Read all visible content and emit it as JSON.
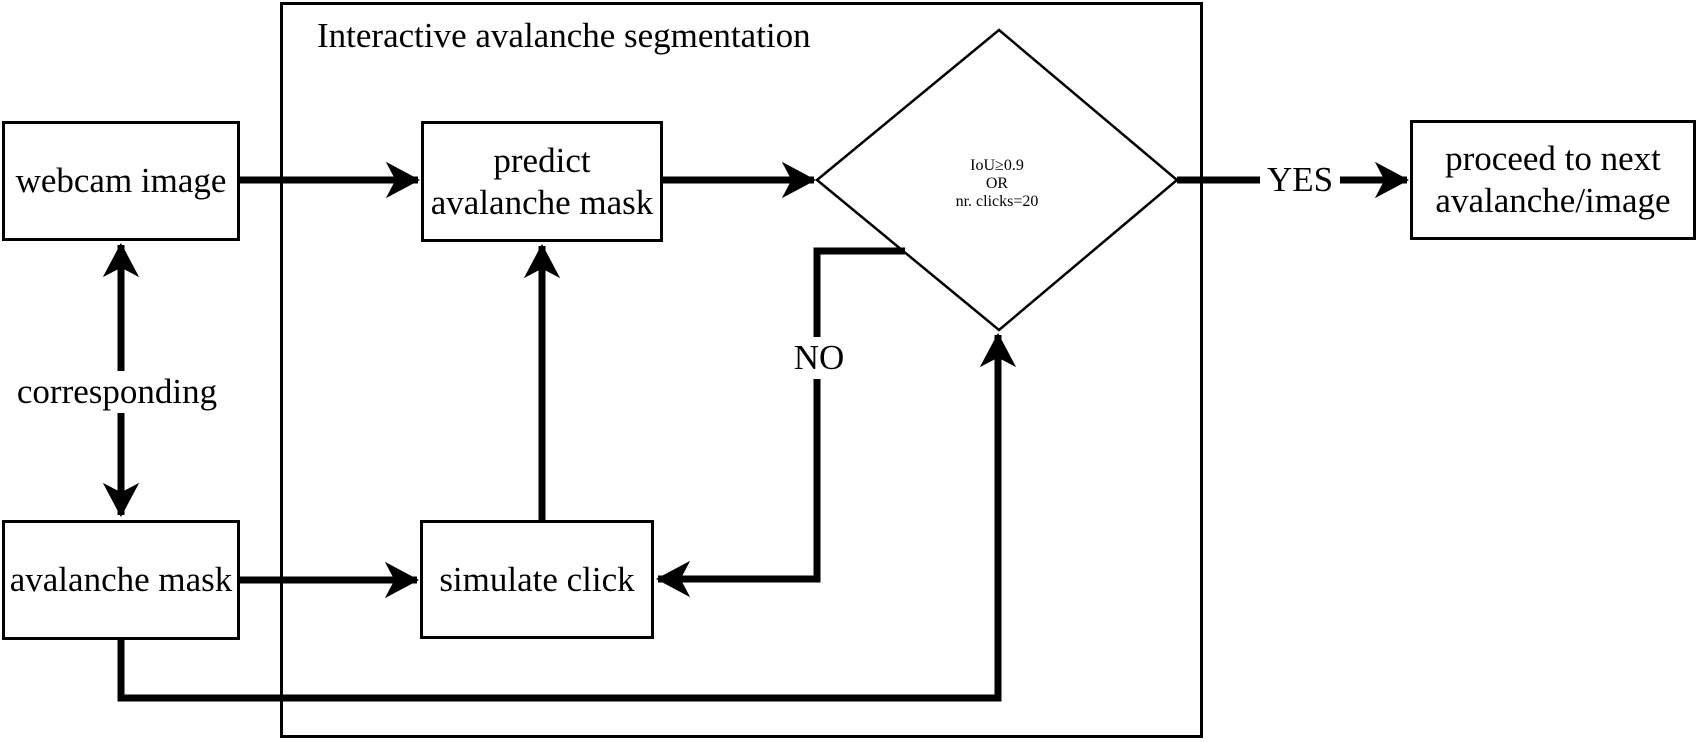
{
  "colors": {
    "background": "#ffffff",
    "stroke": "#000000"
  },
  "container": {
    "title": "Interactive avalanche segmentation"
  },
  "nodes": {
    "webcam_image": {
      "label": "webcam image"
    },
    "avalanche_mask": {
      "label": "avalanche mask"
    },
    "predict_avalanche_mask": {
      "line1": "predict",
      "line2": "avalanche mask"
    },
    "simulate_click": {
      "label": "simulate click"
    },
    "decision": {
      "line1": "IoU≥0.9",
      "line2": "OR",
      "line3": "nr. clicks=20"
    },
    "proceed_next": {
      "line1": "proceed to next",
      "line2": "avalanche/image"
    }
  },
  "edge_labels": {
    "yes": "YES",
    "no": "NO",
    "corresponding": "corresponding"
  }
}
